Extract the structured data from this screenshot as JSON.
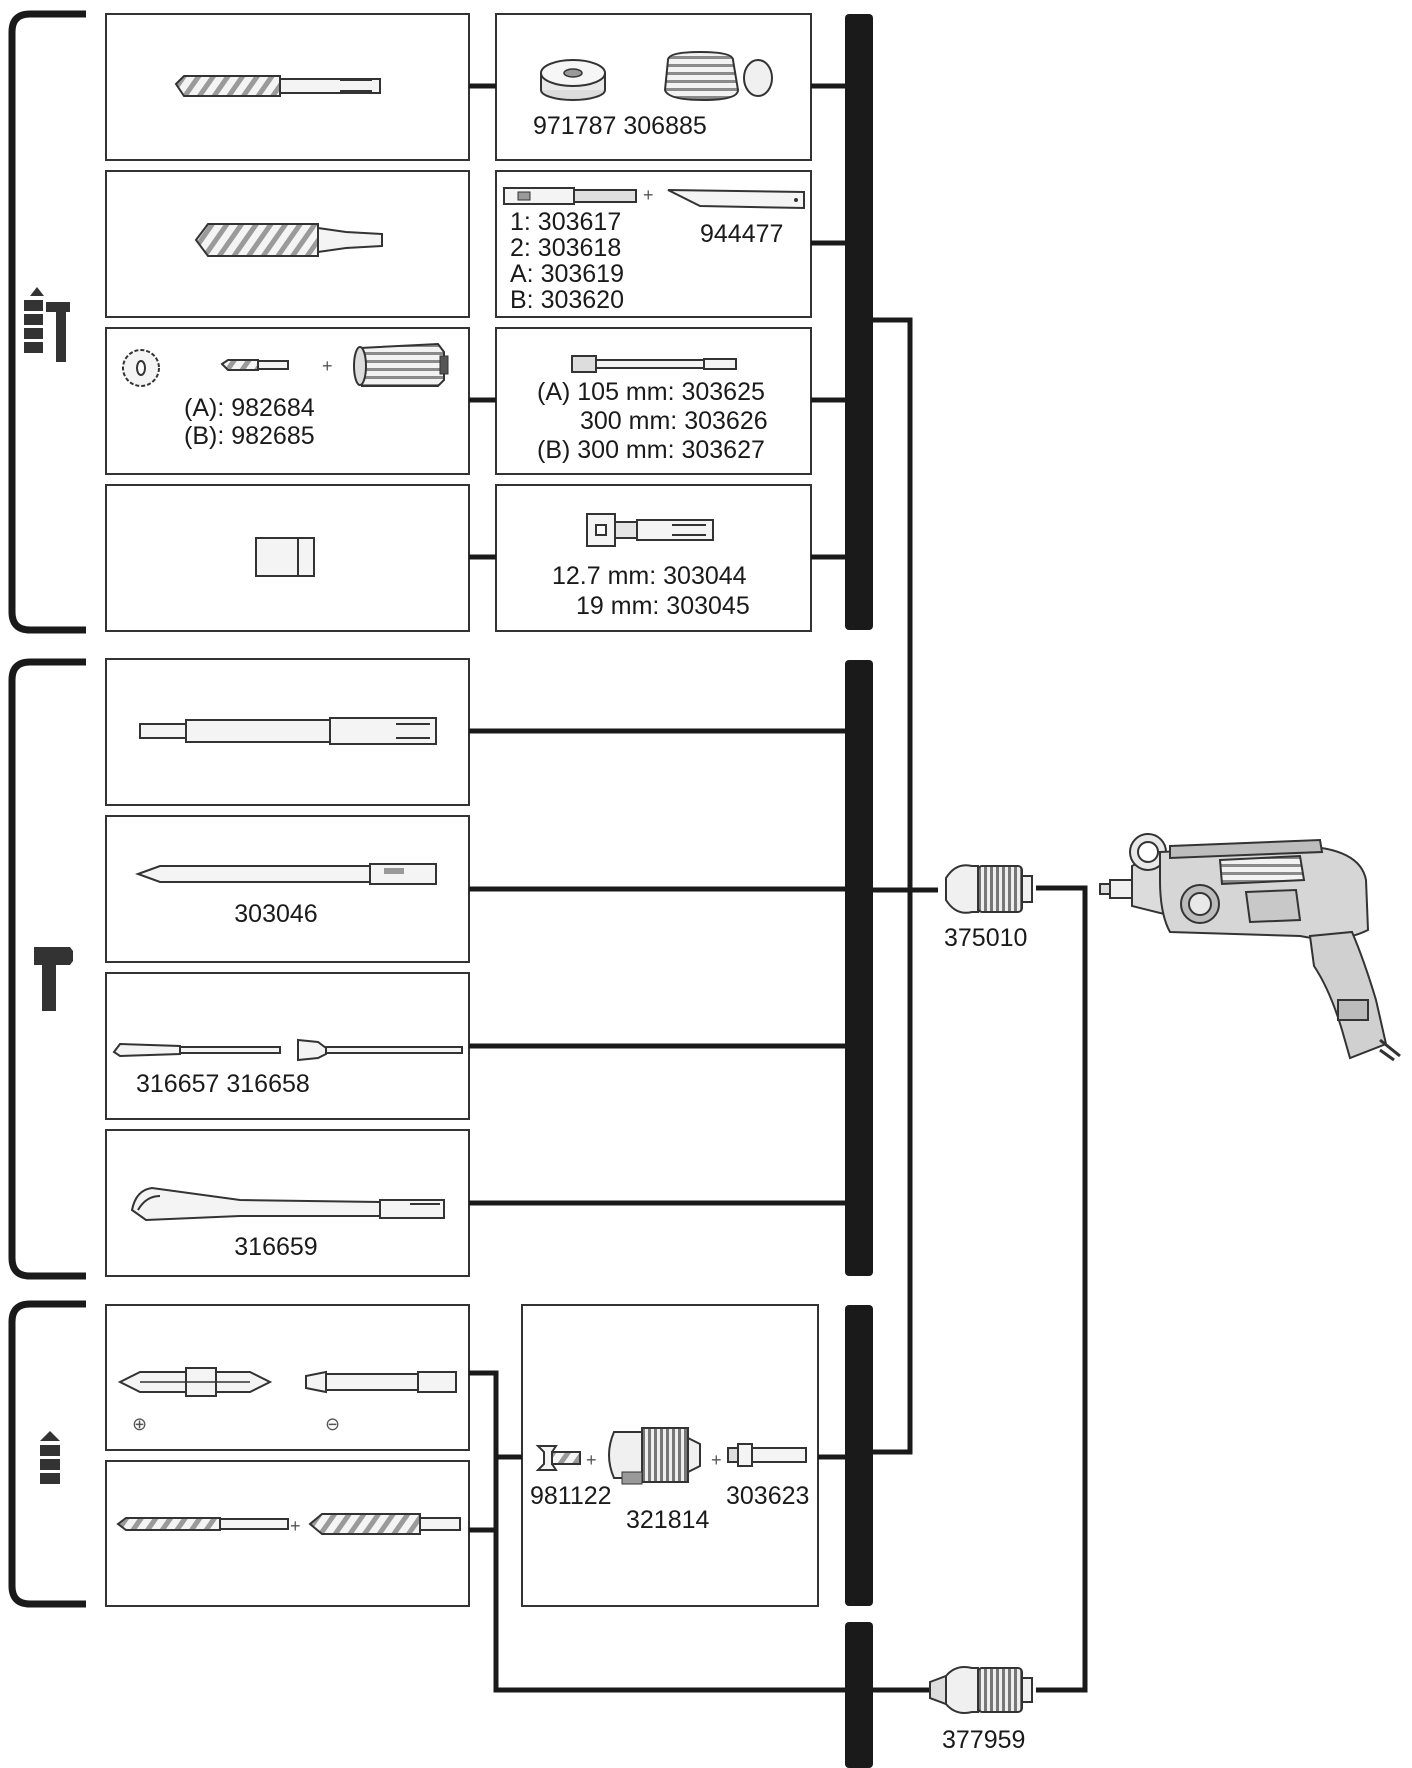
{
  "modes": [
    {
      "id": "hammer-drill",
      "icon": "hammer-drill-mode-icon"
    },
    {
      "id": "chisel",
      "icon": "chisel-mode-icon"
    },
    {
      "id": "drill",
      "icon": "drill-mode-icon"
    }
  ],
  "row1": {
    "right_codes": "971787 306885"
  },
  "row2": {
    "code_1": "1: 303617",
    "code_2": "2: 303618",
    "code_a": "A: 303619",
    "code_b": "B: 303620",
    "rod_code": "944477",
    "plus": "+"
  },
  "row3": {
    "left_a": "(A): 982684",
    "left_b": "(B): 982685",
    "plus": "+",
    "right_a": "(A) 105 mm: 303625",
    "right_mid": "300 mm: 303626",
    "right_b": "(B) 300 mm: 303627"
  },
  "row4": {
    "right_1": "12.7 mm: 303044",
    "right_2": "19 mm: 303045"
  },
  "chisel": {
    "pointed_code": "303046",
    "flat_codes": "316657 316658",
    "gouge_code": "316659"
  },
  "drill": {
    "phillips_symbol": "⊕",
    "slotted_symbol": "⊖",
    "plus": "+",
    "adapter_code": "981122",
    "chuck_code": "321814",
    "sds_adapter_code": "303623"
  },
  "chucks": {
    "upper_code": "375010",
    "lower_code": "377959"
  }
}
